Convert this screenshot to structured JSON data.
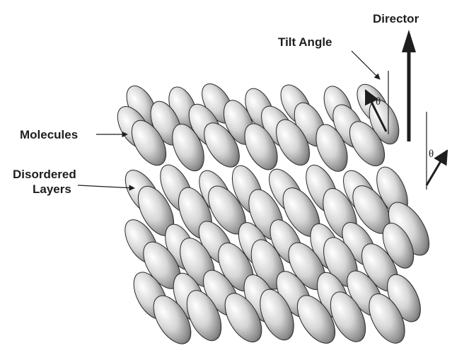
{
  "labels": {
    "director": "Director",
    "tilt_angle": "Tilt Angle",
    "molecules": "Molecules",
    "disordered_line1": "Disordered",
    "disordered_line2": "Layers",
    "theta_upper": "θ",
    "theta_right": "θ"
  },
  "colors": {
    "ink": "#1e1e1e",
    "molecule_light": "#ffffff",
    "molecule_mid": "#b4b4b4",
    "molecule_dark": "#3a3a3a"
  }
}
